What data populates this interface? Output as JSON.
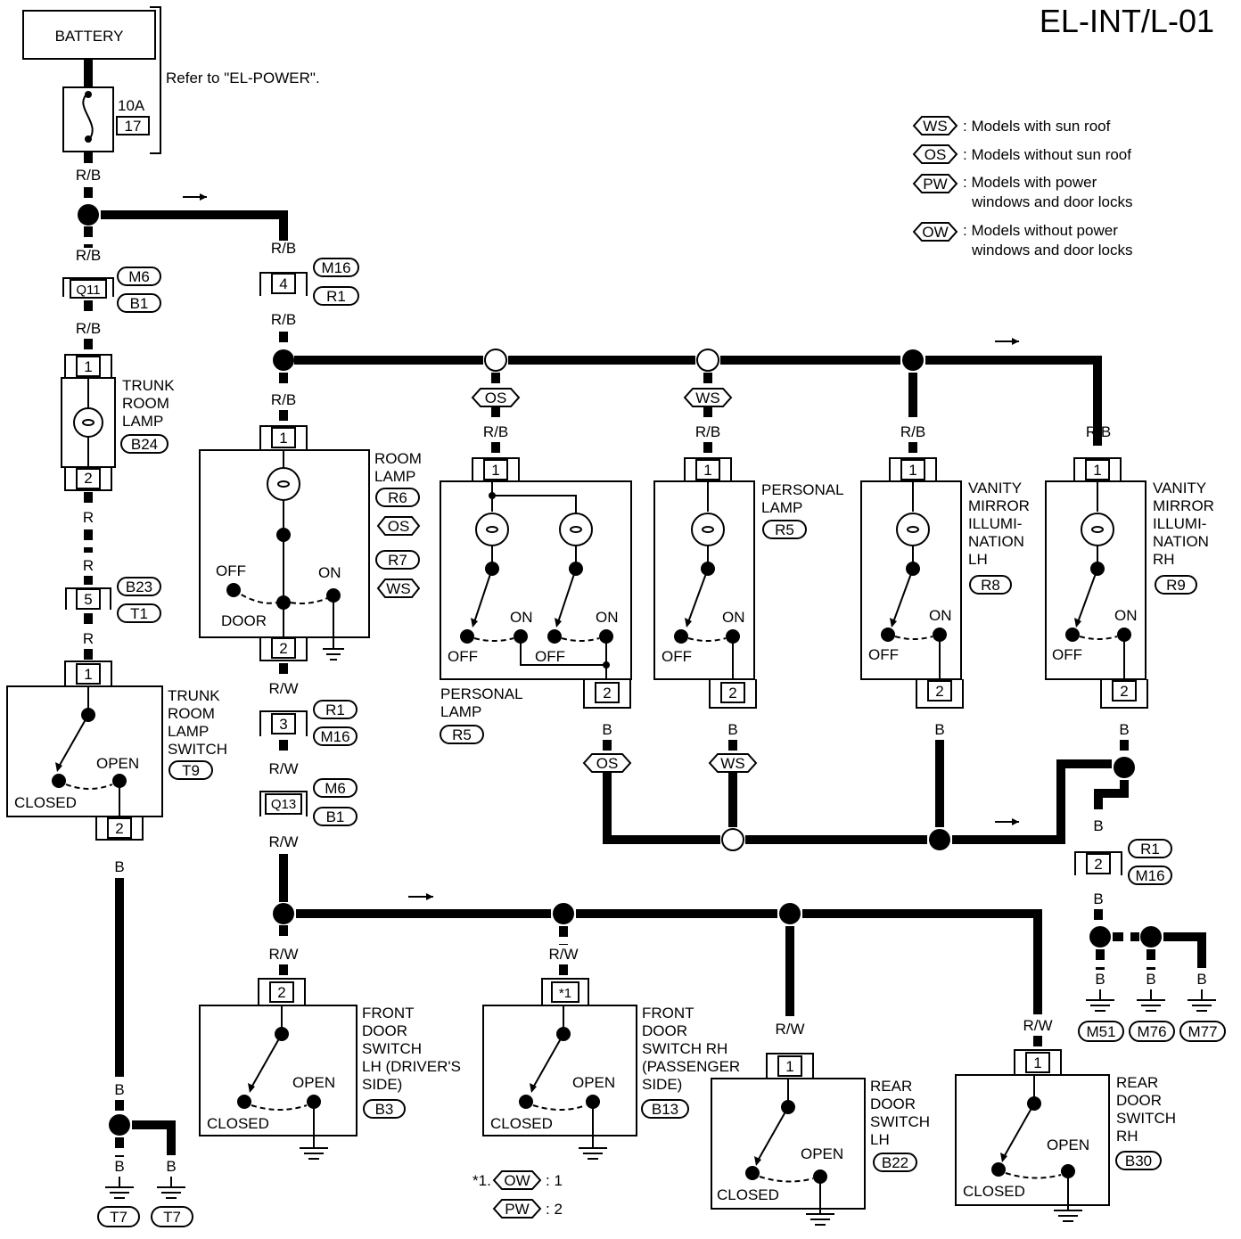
{
  "header": {
    "code": "EL-INT/L-01"
  },
  "legend": [
    {
      "code": "WS",
      "text": ": Models with sun roof",
      "text2": ""
    },
    {
      "code": "OS",
      "text": ": Models without sun roof",
      "text2": ""
    },
    {
      "code": "PW",
      "text": ": Models with power",
      "text2": "windows and door locks"
    },
    {
      "code": "OW",
      "text": ": Models without power",
      "text2": "windows and door locks"
    }
  ],
  "battery": {
    "label": "BATTERY",
    "refer": "Refer to \"EL-POWER\".",
    "fuse_rating": "10A",
    "fuse_no": "17"
  },
  "wires": {
    "rb": "R/B",
    "r": "R",
    "rw": "R/W",
    "b": "B"
  },
  "codes": {
    "os": "OS",
    "ws": "WS"
  },
  "labels": {
    "off": "OFF",
    "on": "ON",
    "door": "DOOR",
    "open": "OPEN",
    "closed": "CLOSED"
  },
  "connectors": {
    "q11": {
      "pin": "Q11",
      "a": "M6",
      "b": "B1"
    },
    "b23": {
      "pin": "5",
      "a": "B23",
      "b": "T1"
    },
    "m16top": {
      "pin": "4",
      "a": "M16",
      "b": "R1"
    },
    "r1mid": {
      "pin": "3",
      "a": "R1",
      "b": "M16"
    },
    "q13": {
      "pin": "Q13",
      "a": "M6",
      "b": "B1"
    },
    "r1low": {
      "pin": "2",
      "a": "R1",
      "b": "M16"
    }
  },
  "trunk_lamp": {
    "pin_in": "1",
    "pin_out": "2",
    "l1": "TRUNK",
    "l2": "ROOM",
    "l3": "LAMP",
    "conn": "B24"
  },
  "trunk_switch": {
    "pin_in": "1",
    "pin_out": "2",
    "l1": "TRUNK",
    "l2": "ROOM",
    "l3": "LAMP",
    "l4": "SWITCH",
    "conn": "T9"
  },
  "room_lamp": {
    "pin_in": "1",
    "pin_out": "2",
    "l1": "ROOM",
    "l2": "LAMP",
    "c1": "R6",
    "c2": "OS",
    "c3": "R7",
    "c4": "WS"
  },
  "personal_os": {
    "pin_in": "1",
    "pin_out": "2",
    "l1": "PERSONAL",
    "l2": "LAMP",
    "conn": "R5"
  },
  "personal_ws": {
    "pin_in": "1",
    "pin_out": "2",
    "l1": "PERSONAL",
    "l2": "LAMP",
    "conn": "R5"
  },
  "vanity_lh": {
    "pin_in": "1",
    "pin_out": "2",
    "l1": "VANITY",
    "l2": "MIRROR",
    "l3": "ILLUMI-",
    "l4": "NATION",
    "l5": "LH",
    "conn": "R8"
  },
  "vanity_rh": {
    "pin_in": "1",
    "pin_out": "2",
    "l1": "VANITY",
    "l2": "MIRROR",
    "l3": "ILLUMI-",
    "l4": "NATION",
    "l5": "RH",
    "conn": "R9"
  },
  "front_lh": {
    "pin": "2",
    "l1": "FRONT",
    "l2": "DOOR",
    "l3": "SWITCH",
    "l4": "LH (DRIVER'S",
    "l5": "SIDE)",
    "conn": "B3"
  },
  "front_rh": {
    "pin": "*1",
    "l1": "FRONT",
    "l2": "DOOR",
    "l3": "SWITCH RH",
    "l4": "(PASSENGER",
    "l5": "SIDE)",
    "conn": "B13"
  },
  "rear_lh": {
    "pin": "1",
    "l1": "REAR",
    "l2": "DOOR",
    "l3": "SWITCH",
    "l4": "LH",
    "conn": "B22"
  },
  "rear_rh": {
    "pin": "1",
    "l1": "REAR",
    "l2": "DOOR",
    "l3": "SWITCH",
    "l4": "RH",
    "conn": "B30"
  },
  "footnote": {
    "prefix": "*1.",
    "c1": "OW",
    "v1": ": 1",
    "c2": "PW",
    "v2": ": 2"
  },
  "grounds": {
    "t7a": "T7",
    "t7b": "T7",
    "m51": "M51",
    "m76": "M76",
    "m77": "M77"
  }
}
